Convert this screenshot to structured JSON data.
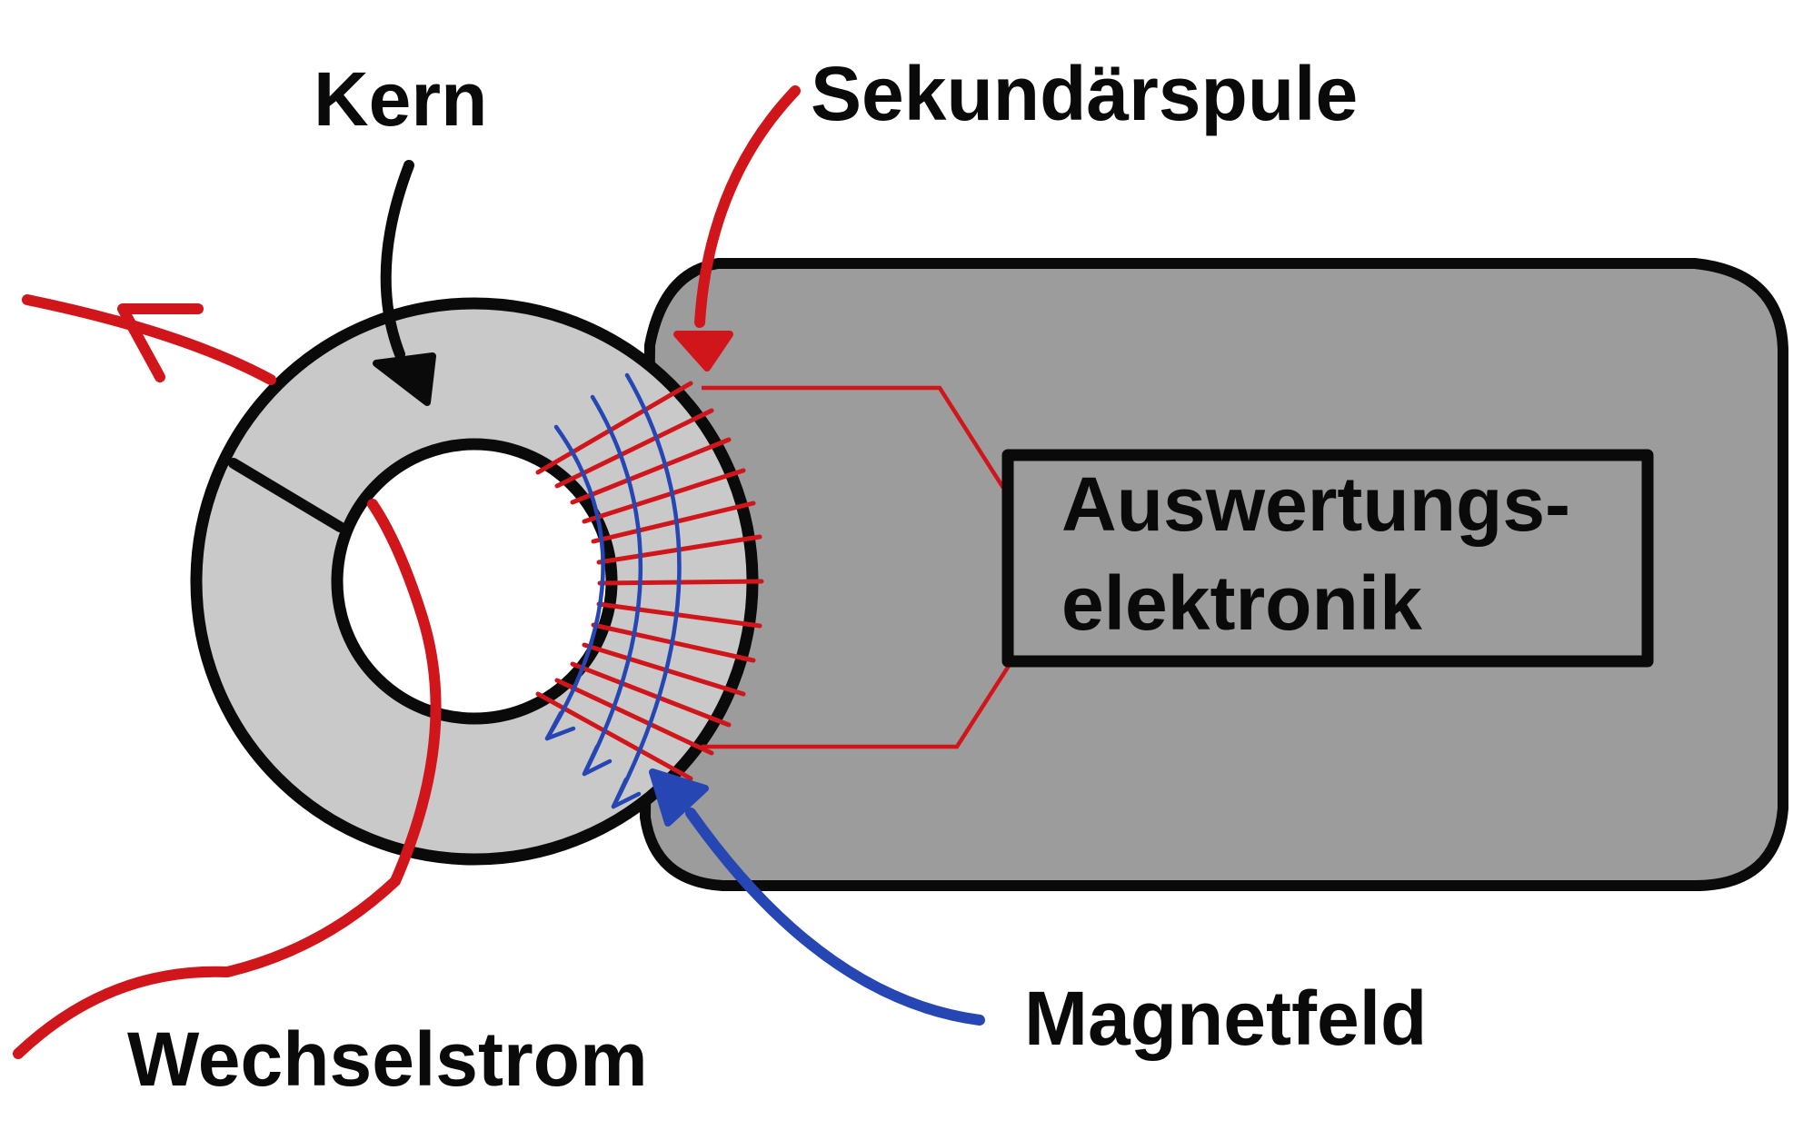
{
  "labels": {
    "core": "Kern",
    "secondary_coil": "Sekundärspule",
    "evaluation_line1": "Auswertungs-",
    "evaluation_line2": "elektronik",
    "magnetic_field": "Magnetfeld",
    "alternating_current": "Wechselstrom"
  },
  "colors": {
    "outline": "#0a0a0a",
    "core_fill": "#c9c9c9",
    "housing_fill": "#9c9c9c",
    "wire_red": "#d0161b",
    "field_blue": "#2646b4",
    "background": "#ffffff"
  }
}
